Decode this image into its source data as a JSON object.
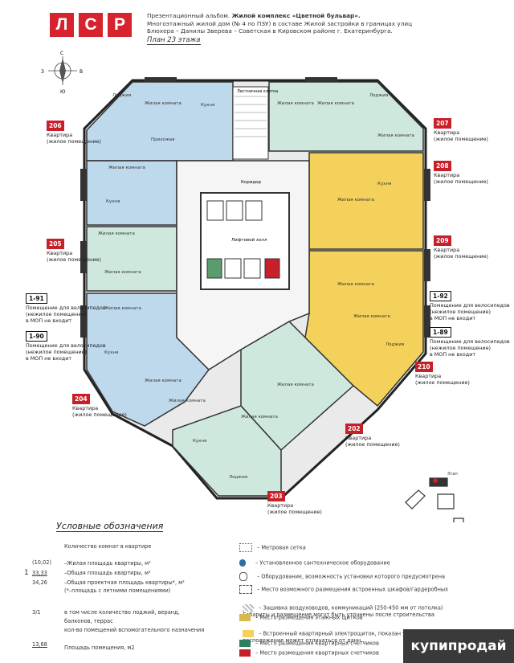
{
  "logo": {
    "letters": [
      "Л",
      "С",
      "Р"
    ],
    "color": "#d7232e"
  },
  "header": {
    "line1_pre": "Презентационный альбом. ",
    "line1_bold": "Жилой комплекс «Цветной бульвар».",
    "line2": "Многоэтажный жилой дом  (№ 4 по ПЗУ) в составе Жилой застройки в границах улиц",
    "line3": "Блюхера – Данилы Зверева – Советская в Кировском районе г. Екатеринбурга.",
    "plan_title": "План 23 этажа"
  },
  "compass": {
    "n": "С",
    "w": "З",
    "e": "В",
    "s": "Ю"
  },
  "colors": {
    "blue": "#bfd9ec",
    "green": "#cfe8dd",
    "yellow": "#f4d15a",
    "red": "#c8202a",
    "walls": "#333333"
  },
  "units": [
    {
      "id": "206",
      "label": "Квартира\n(жилое помещение)"
    },
    {
      "id": "207",
      "label": "Квартира\n(жилое помещение)"
    },
    {
      "id": "208",
      "label": "Квартира\n(жилое помещение)"
    },
    {
      "id": "205",
      "label": "Квартира\n(жилое помещение)"
    },
    {
      "id": "209",
      "label": "Квартира\n(жилое помещение)"
    },
    {
      "id": "210",
      "label": "Квартира\n(жилое помещение)"
    },
    {
      "id": "204",
      "label": "Квартира\n(жилое помещение)"
    },
    {
      "id": "202",
      "label": "Квартира\n(жилое помещение)"
    },
    {
      "id": "203",
      "label": "Квартира\n(жилое помещение)"
    }
  ],
  "bike_rooms": [
    {
      "id": "1-91",
      "label": "Помещение для велосипедов\n(нежилое помещение)\nв МОП не входит"
    },
    {
      "id": "1-90",
      "label": "Помещение для велосипедов\n(нежилое помещение)\nв МОП не входит"
    },
    {
      "id": "1-92",
      "label": "Помещение для велосипедов\n(нежилое помещение)\nв МОП не входит"
    },
    {
      "id": "1-89",
      "label": "Помещение для велосипедов\n(нежилое помещение)\nв МОП не входит"
    }
  ],
  "room_labels": {
    "kitchen": "Кухня",
    "living": "Жилая комната",
    "hall": "Прихожая",
    "corridor": "Коридор",
    "loggia": "Лоджия",
    "lift_hall": "Лифтовой холл",
    "stairs": "Лестничная клетка"
  },
  "legend": {
    "title": "Условные обозначения",
    "rooms_count": "Количество комнат в квартире",
    "example_values": {
      "v1": "(10,02)",
      "v2": "33,33",
      "v3": "34,26",
      "rooms": "1",
      "ratio": "3/1",
      "area": "13,68"
    },
    "living_area": "–Жилая площадь квартиры, м²",
    "total_area": "–Общая площадь квартиры, м²",
    "project_area": "–Общая проектная площадь квартиры*, м²",
    "project_note": "(*–площадь с летними помещениями)",
    "ratio_1": "в том числе количество лоджий, веранд,",
    "ratio_2": "балконов, террас",
    "ratio_3": "кол-во помещений вспомогательного назначения",
    "room_area": "Площадь помещения, м2",
    "right": [
      "– Метровая сетка",
      "– Установленное сантехническое оборудование",
      "– Оборудование, возможность установки которого предусмотрена",
      "– Место возможного размещения встроенных шкафов/гардеробных",
      "– Зашивка воздуховодов, коммуникаций (250-450 мм от потолка)\n  Габариты и размещение могут быть уточнены после строительства",
      "– Место размещения этажных щитков",
      "– Встроенный квартирный электрощиток, показан условно, фактическое\n  расположение может отличаться от данн...",
      "– Место размещения квартирных счетчиков",
      "– Место размещения квартирных счетчиков"
    ]
  },
  "keyplan": {
    "label": "Этап"
  },
  "watermark": "купипродай"
}
